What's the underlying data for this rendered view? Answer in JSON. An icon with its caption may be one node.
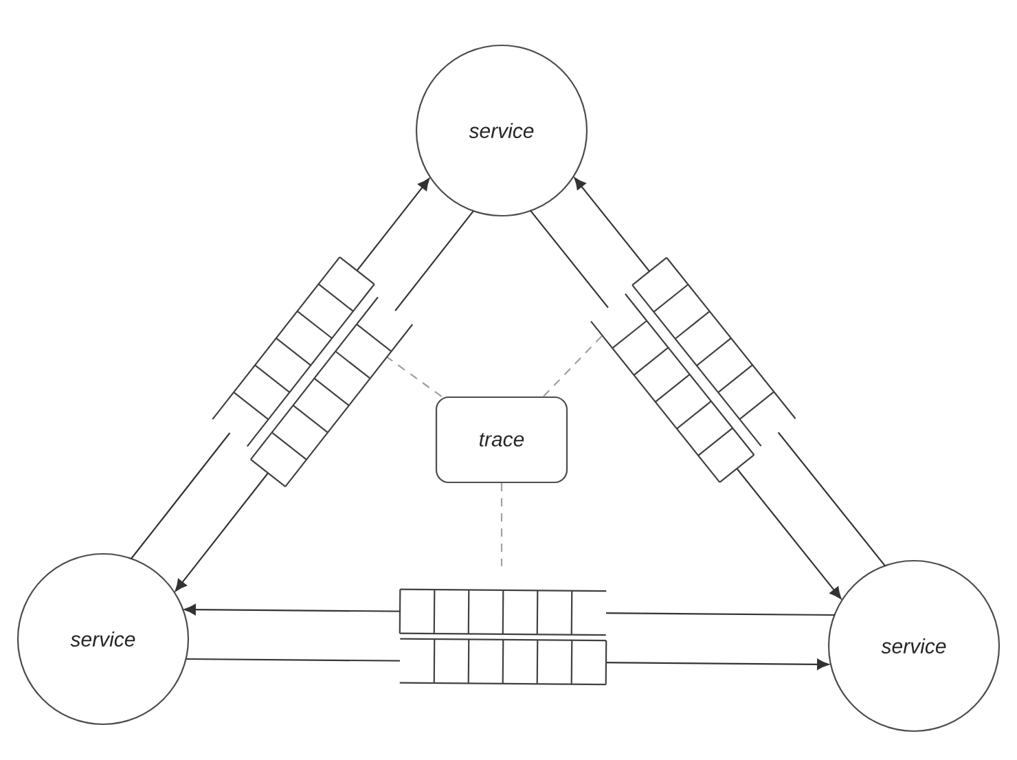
{
  "diagram": {
    "nodes": [
      {
        "text": [
          "service"
        ]
      },
      {
        "text": [
          "service"
        ]
      },
      {
        "text": [
          "service"
        ]
      },
      {
        "text": [
          "trace"
        ]
      }
    ],
    "edges": [
      {
        "from": 1,
        "to": 0,
        "arrow": "to"
      },
      {
        "from": 0,
        "to": 1,
        "arrow": "to"
      },
      {
        "from": 2,
        "to": 0,
        "arrow": "to"
      },
      {
        "from": 0,
        "to": 2,
        "arrow": "to"
      },
      {
        "from": 2,
        "to": 1,
        "arrow": "to"
      },
      {
        "from": 1,
        "to": 2,
        "arrow": "to"
      },
      {
        "from": 3,
        "to": null,
        "arrow": "none",
        "style": "dashed",
        "color": "#a0a0a0"
      },
      {
        "from": 3,
        "to": null,
        "arrow": "none",
        "style": "dashed",
        "color": "#a0a0a0"
      },
      {
        "from": 3,
        "to": null,
        "arrow": "none",
        "style": "dashed",
        "color": "#a0a0a0"
      }
    ]
  }
}
